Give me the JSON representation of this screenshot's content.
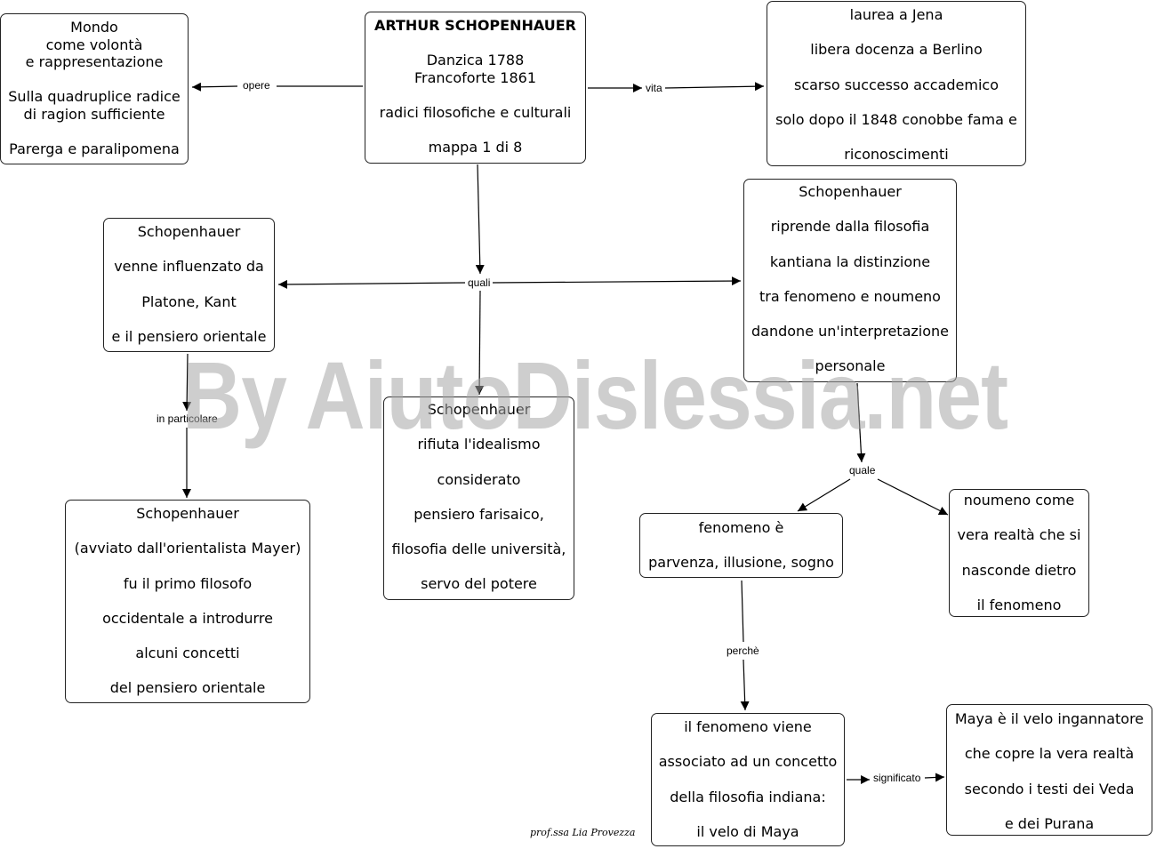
{
  "diagram": {
    "title": {
      "heading": "ARTHUR SCHOPENHAUER",
      "l1": "Danzica 1788",
      "l2": "Francoforte 1861",
      "l3": "radici filosofiche e culturali",
      "l4": "mappa 1 di 8"
    },
    "works": {
      "l1": "Mondo",
      "l2": "come volontà",
      "l3": "e rappresentazione",
      "l4": "Sulla quadruplice radice",
      "l5": "di ragion sufficiente",
      "l6": "Parerga e paralipomena"
    },
    "life": {
      "l1": "laurea a Jena",
      "l2": "libera docenza a Berlino",
      "l3": "scarso successo accademico",
      "l4": "solo dopo il 1848 conobbe fama e",
      "l5": "riconoscimenti"
    },
    "influences": {
      "l1": "Schopenhauer",
      "l2": "venne influenzato da",
      "l3": "Platone, Kant",
      "l4": "e il pensiero orientale"
    },
    "kant": {
      "l1": "Schopenhauer",
      "l2": "riprende dalla filosofia",
      "l3": "kantiana la distinzione",
      "l4": "tra fenomeno e noumeno",
      "l5": "dandone un'interpretazione",
      "l6": "personale"
    },
    "idealism": {
      "l1": "Schopenhauer",
      "l2": "rifiuta l'idealismo",
      "l3": "considerato",
      "l4": "pensiero farisaico,",
      "l5": "filosofia delle università,",
      "l6": "servo del potere"
    },
    "orient": {
      "l1": "Schopenhauer",
      "l2": "(avviato dall'orientalista Mayer)",
      "l3": "fu il primo filosofo",
      "l4": "occidentale a introdurre",
      "l5": "alcuni concetti",
      "l6": "del pensiero orientale"
    },
    "phenomenon": {
      "l1": "fenomeno è",
      "l2": "parvenza, illusione, sogno"
    },
    "noumenon": {
      "l1": "noumeno come",
      "l2": "vera realtà che si",
      "l3": "nasconde dietro",
      "l4": "il fenomeno"
    },
    "maya": {
      "l1": "il fenomeno viene",
      "l2": "associato ad un concetto",
      "l3": "della filosofia indiana:",
      "l4": "il velo di Maya"
    },
    "veil": {
      "l1": "Maya è il velo ingannatore",
      "l2": "che copre la vera realtà",
      "l3": "secondo i testi dei Veda",
      "l4": "e dei Purana"
    },
    "labels": {
      "opere": "opere",
      "vita": "vita",
      "quali": "quali",
      "in_particolare": "in particolare",
      "quale": "quale",
      "perche": "perchè",
      "significato": "significato"
    },
    "watermark": "By AiutoDislessia.net",
    "author": "prof.ssa Lia Provezza"
  }
}
